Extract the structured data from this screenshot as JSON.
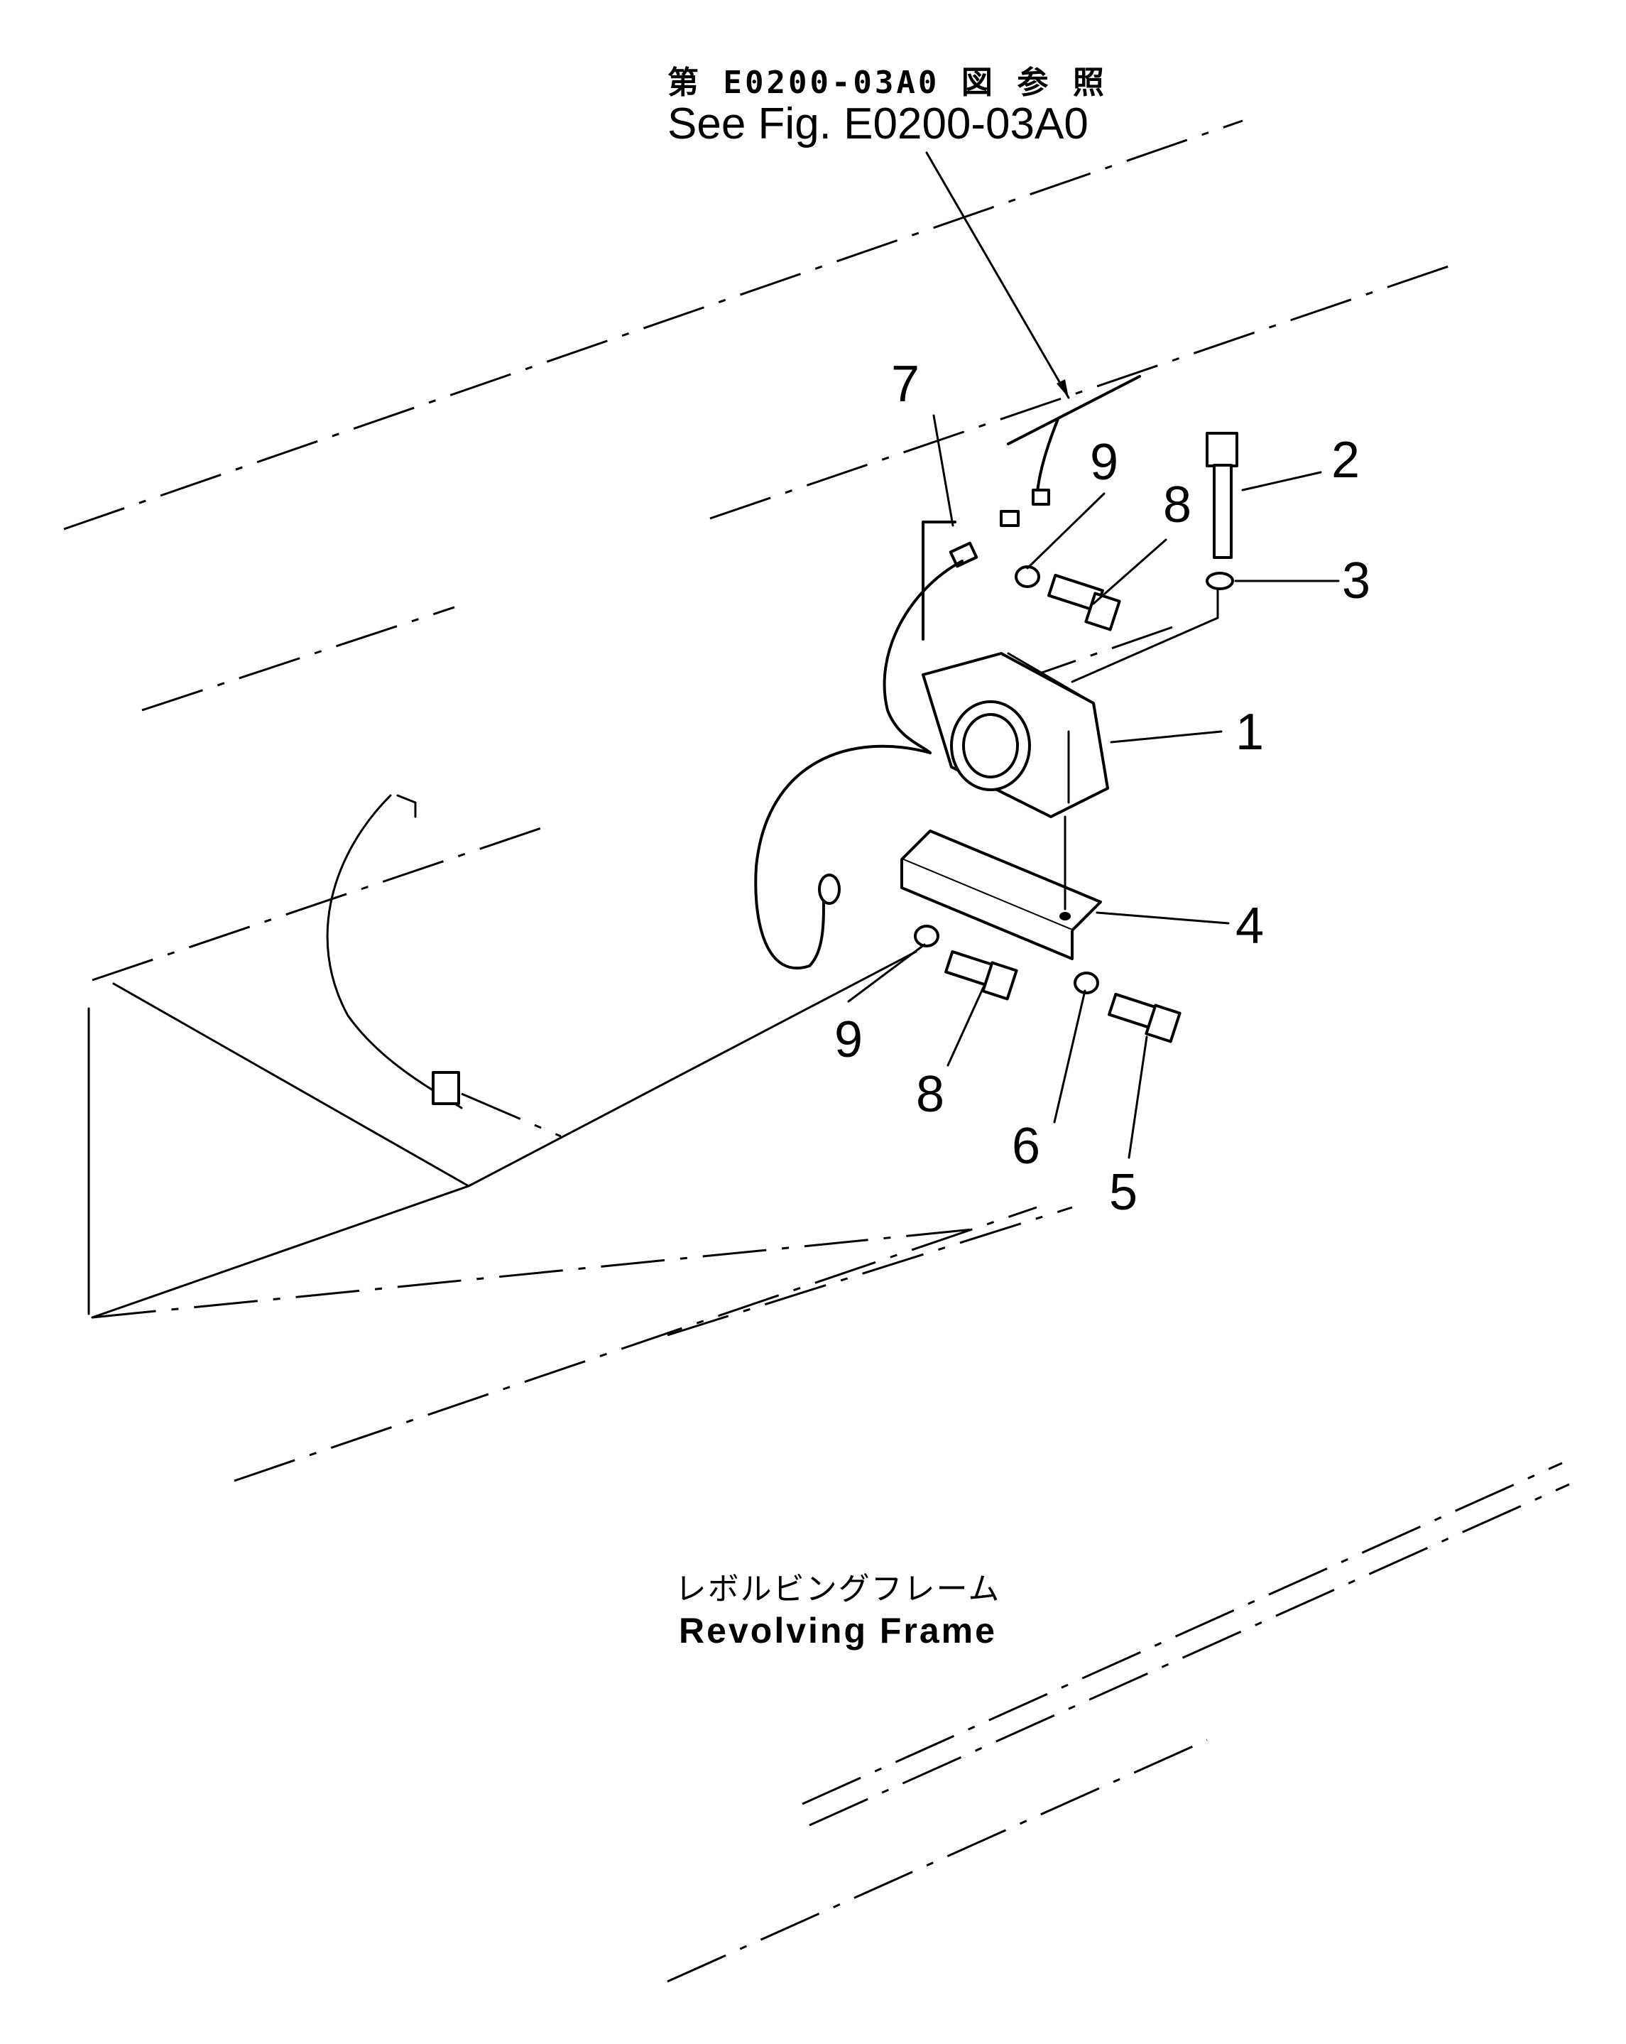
{
  "reference": {
    "jp": "第 E0200-03A0 図 参 照",
    "en": "See Fig. E0200-03A0"
  },
  "caption": {
    "jp": "レボルビングフレーム",
    "en": "Revolving  Frame"
  },
  "callouts": {
    "c1": "1",
    "c2": "2",
    "c3": "3",
    "c4": "4",
    "c5": "5",
    "c6": "6",
    "c7": "7",
    "c8a": "8",
    "c8b": "8",
    "c9a": "9",
    "c9b": "9"
  },
  "colors": {
    "ink": "#000000",
    "paper": "#ffffff"
  }
}
